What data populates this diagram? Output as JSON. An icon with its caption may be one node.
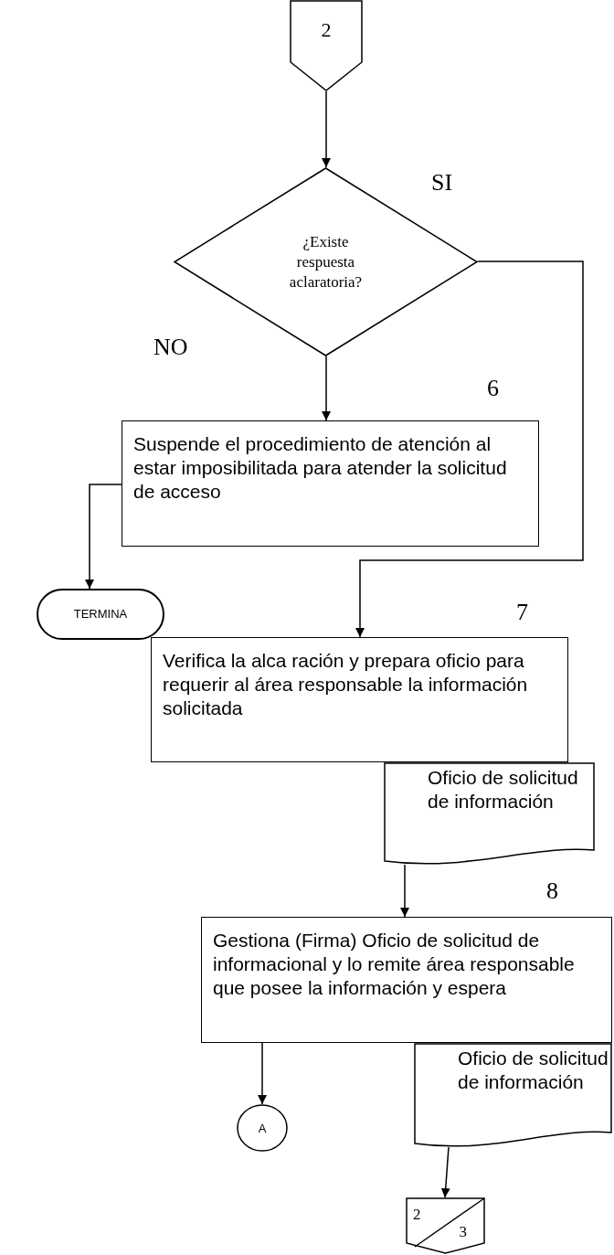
{
  "diagram": {
    "nodes": [
      {
        "text": [
          "2"
        ]
      },
      {
        "text": [
          "¿Existe respuesta aclaratoria?"
        ]
      },
      {
        "text": [
          "Suspende el procedimiento de atención al estar imposibilitada para atender la solicitud de acceso"
        ],
        "beside": [
          "6"
        ]
      },
      {
        "text": [
          "TERMINA"
        ]
      },
      {
        "text": [
          "Verifica la alca ración y prepara oficio para requerir al área responsable la información solicitada"
        ],
        "beside": [
          "7"
        ]
      },
      {
        "text": [
          "Oficio de solicitud de información"
        ]
      },
      {
        "text": [
          "Gestiona (Firma) Oficio de solicitud de informacional y lo remite área responsable  que posee la información y espera"
        ],
        "beside": [
          "8"
        ]
      },
      {
        "text": [
          "Oficio de solicitud de información"
        ]
      },
      {
        "text": [
          "A"
        ]
      },
      {
        "text": [
          "2",
          "3"
        ]
      }
    ],
    "edges": [
      {
        "from": 0,
        "to": 1,
        "arrow": "to"
      },
      {
        "from": 1,
        "to": 2,
        "arrow": "to"
      },
      {
        "from": 1,
        "to": 4,
        "arrow": "to"
      },
      {
        "from": 2,
        "to": 3,
        "arrow": "to"
      },
      {
        "from": 5,
        "to": 6,
        "arrow": "to"
      },
      {
        "from": 6,
        "to": 8,
        "arrow": "to"
      },
      {
        "from": 7,
        "to": 9,
        "arrow": "to"
      }
    ],
    "labels": [
      "SI",
      "NO"
    ]
  }
}
